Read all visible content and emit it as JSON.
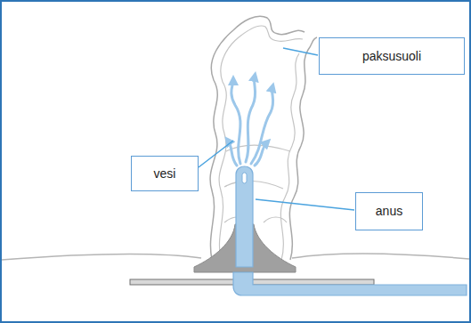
{
  "diagram": {
    "nodes": [
      {
        "text": [
          "paksusuoli"
        ]
      },
      {
        "text": [
          "vesi"
        ]
      },
      {
        "text": [
          "anus"
        ]
      }
    ]
  }
}
